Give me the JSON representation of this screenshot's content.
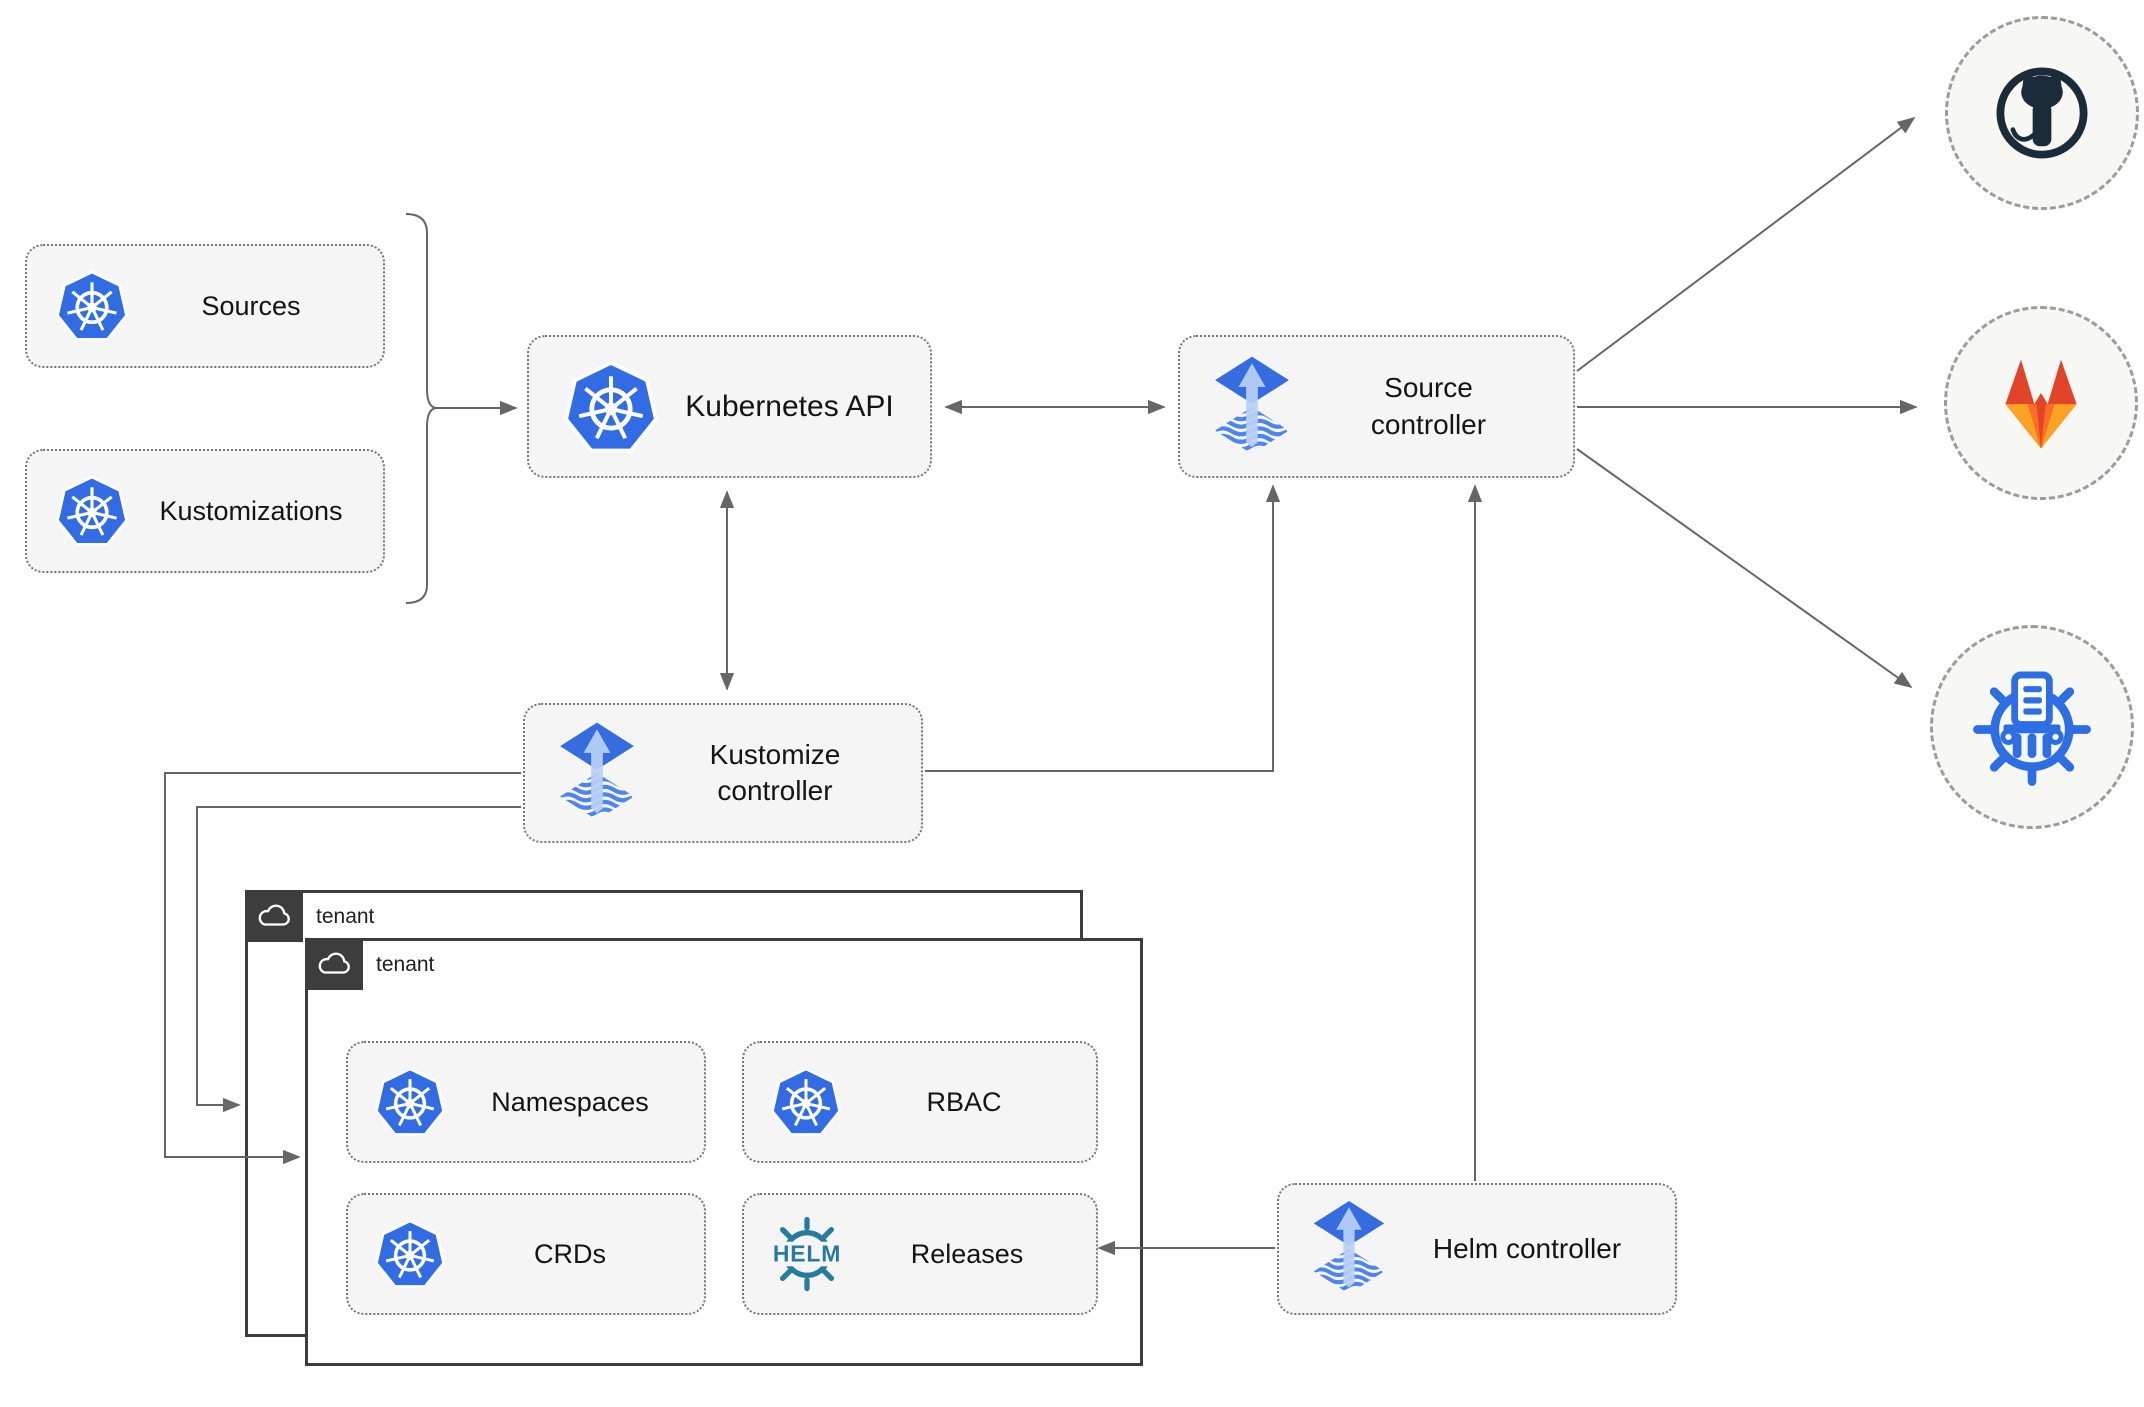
{
  "diagram": {
    "nodes": {
      "sources": {
        "label": "Sources",
        "icon": "kubernetes-icon"
      },
      "kustomizations": {
        "label": "Kustomizations",
        "icon": "kubernetes-icon"
      },
      "kubernetes_api": {
        "label": "Kubernetes API",
        "icon": "kubernetes-icon"
      },
      "source_controller": {
        "label": "Source controller",
        "icon": "flux-icon"
      },
      "kustomize_controller": {
        "label": "Kustomize controller",
        "icon": "flux-icon"
      },
      "helm_controller": {
        "label": "Helm controller",
        "icon": "flux-icon"
      },
      "namespaces": {
        "label": "Namespaces",
        "icon": "kubernetes-icon"
      },
      "rbac": {
        "label": "RBAC",
        "icon": "kubernetes-icon"
      },
      "crds": {
        "label": "CRDs",
        "icon": "kubernetes-icon"
      },
      "releases": {
        "label": "Releases",
        "icon": "helm-icon",
        "icon_text": "HELM"
      }
    },
    "tenants": {
      "back": {
        "label": "tenant",
        "icon": "cloud-icon"
      },
      "front": {
        "label": "tenant",
        "icon": "cloud-icon"
      }
    },
    "endpoints": {
      "github": {
        "icon": "github-icon"
      },
      "gitlab": {
        "icon": "gitlab-icon"
      },
      "chart_repository": {
        "icon": "chart-museum-icon"
      }
    },
    "edges": [
      {
        "from": "sources-and-kustomizations",
        "to": "kubernetes-api",
        "type": "arrow"
      },
      {
        "from": "kubernetes-api",
        "to": "source-controller",
        "type": "double-arrow"
      },
      {
        "from": "kubernetes-api",
        "to": "kustomize-controller",
        "type": "double-arrow"
      },
      {
        "from": "kustomize-controller",
        "to": "source-controller",
        "type": "arrow"
      },
      {
        "from": "kustomize-controller",
        "to": "tenant-front",
        "type": "arrow"
      },
      {
        "from": "kustomize-controller",
        "to": "tenant-back",
        "type": "arrow"
      },
      {
        "from": "helm-controller",
        "to": "source-controller",
        "type": "arrow"
      },
      {
        "from": "helm-controller",
        "to": "releases",
        "type": "arrow"
      },
      {
        "from": "source-controller",
        "to": "github",
        "type": "arrow"
      },
      {
        "from": "source-controller",
        "to": "gitlab",
        "type": "arrow"
      },
      {
        "from": "source-controller",
        "to": "chart-repository",
        "type": "arrow"
      }
    ],
    "colors": {
      "kubernetes_blue": "#326ce5",
      "flux_blue": "#356de0",
      "flux_arrow_light": "#b9d0f6",
      "flux_stripe_blue": "#4d84ee",
      "helm_teal": "#277c9e",
      "github_dark": "#1b2b3a",
      "gitlab_red": "#e24329",
      "gitlab_orange": "#fc6d26",
      "gitlab_light_orange": "#fca326",
      "chart_museum_blue": "#2e6ee5",
      "line_gray": "#666666",
      "node_fill": "#f5f5f5",
      "tenant_dark": "#3d3d3d"
    }
  }
}
